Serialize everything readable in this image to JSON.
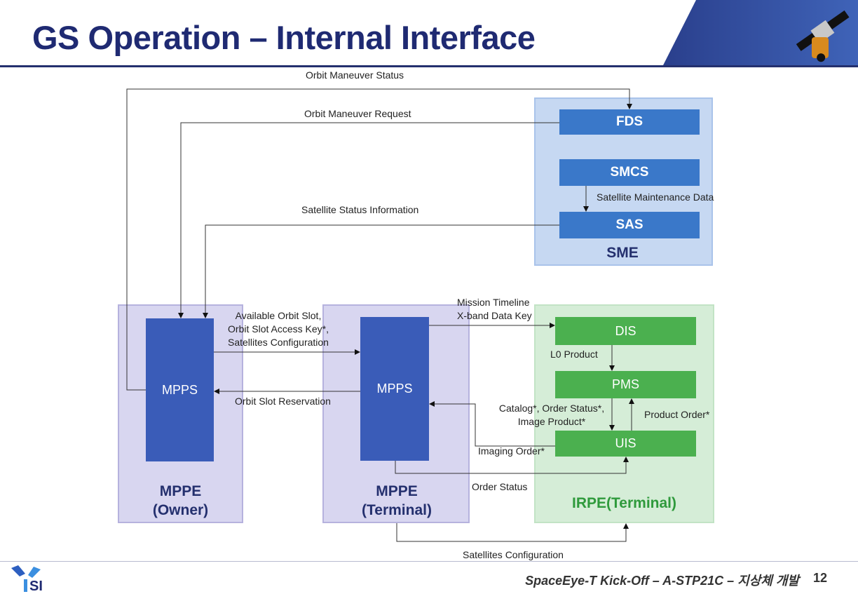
{
  "header": {
    "title": "GS Operation – Internal Interface"
  },
  "groups": {
    "sme": "SME",
    "mppe_owner": [
      "MPPE",
      "(Owner)"
    ],
    "mppe_terminal": [
      "MPPE",
      "(Terminal)"
    ],
    "irpe": "IRPE(Terminal)"
  },
  "boxes": {
    "fds": "FDS",
    "smcs": "SMCS",
    "sas": "SAS",
    "mpps_owner": "MPPS",
    "mpps_terminal": "MPPS",
    "dis": "DIS",
    "pms": "PMS",
    "uis": "UIS"
  },
  "flows": {
    "orbit_maneuver_status": "Orbit Maneuver Status",
    "orbit_maneuver_request": "Orbit Maneuver Request",
    "satellite_maintenance_data": "Satellite Maintenance Data",
    "satellite_status_information": "Satellite Status Information",
    "owner_to_terminal": [
      "Available Orbit Slot,",
      "Orbit Slot Access Key*,",
      "Satellites Configuration"
    ],
    "orbit_slot_reservation": "Orbit Slot Reservation",
    "mission_timeline": [
      "Mission Timeline",
      "X-band Data Key"
    ],
    "l0_product": "L0 Product",
    "pms_to_uis": [
      "Catalog*, Order Status*,",
      "Image Product*"
    ],
    "product_order": "Product Order*",
    "imaging_order": "Imaging Order*",
    "order_status": "Order Status",
    "satellites_configuration": "Satellites Configuration"
  },
  "footer": {
    "text": "SpaceEye-T Kick-Off – A-STP21C – 지상체 개발",
    "page": "12",
    "logo": "SI"
  },
  "colors": {
    "title": "#1f2a72",
    "sme_box": "#3a78c9",
    "mpps": "#3a5cb8",
    "irpe_box": "#4bb04f"
  }
}
